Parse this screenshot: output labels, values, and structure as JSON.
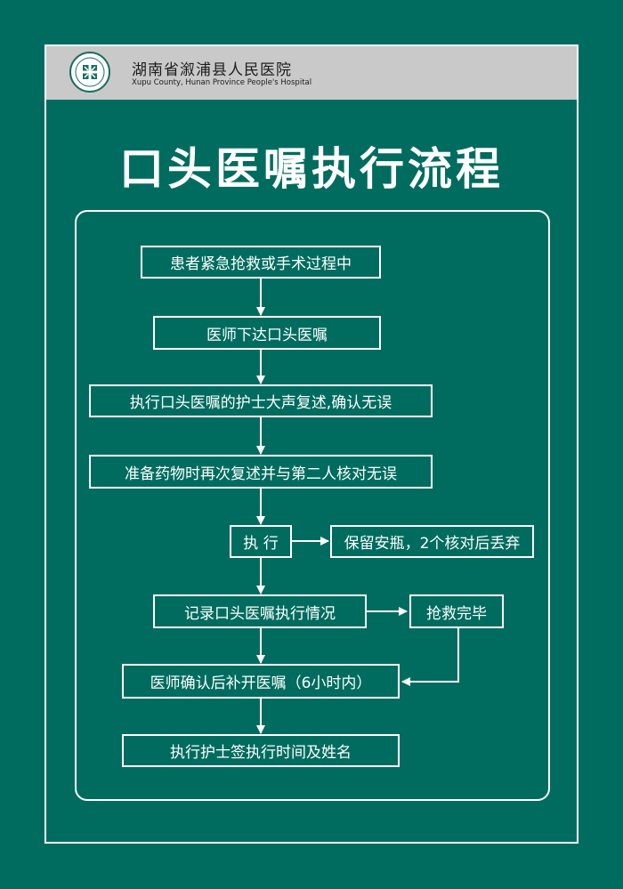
{
  "header": {
    "hospital_name": "湖南省溆浦县人民医院",
    "hospital_name_en": "Xupu County, Hunan Province People's Hospital"
  },
  "title": "口头医嘱执行流程",
  "steps": [
    "患者紧急抢救或手术过程中",
    "医师下达口头医嘱",
    "执行口头医嘱的护士大声复述,确认无误",
    "准备药物时再次复述并与第二人核对无误",
    "执 行",
    "保留安瓶，2个核对后丢弃",
    "记录口头医嘱执行情况",
    "抢救完毕",
    "医师确认后补开医嘱（6小时内）",
    "执行护士签执行时间及姓名"
  ],
  "colors": {
    "background": "#006c5f",
    "lines": "#ffffff",
    "header_bar": "#c9c9c9"
  }
}
